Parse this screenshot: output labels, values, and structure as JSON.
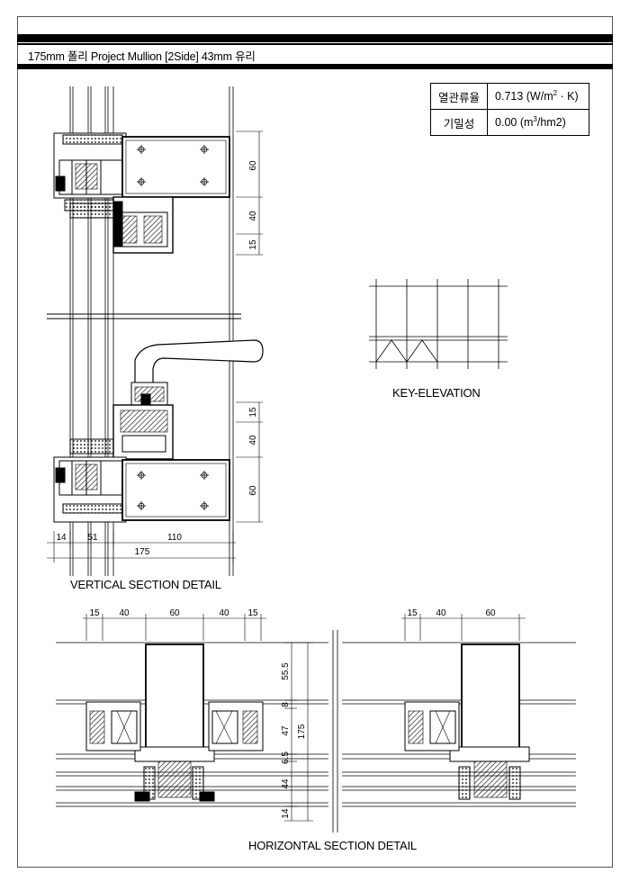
{
  "title": "175mm 폴리 Project Mullion [2Side] 43mm 유리",
  "performance": {
    "heat": {
      "label": "열관류율",
      "value_pre": "0.713 (W/m",
      "value_sup": "2",
      "value_post": " · K)"
    },
    "air": {
      "label": "기밀성",
      "value_pre": "0.00 (m",
      "value_sup": "3",
      "value_post": "/hm2)"
    }
  },
  "vertical": {
    "caption": "VERTICAL SECTION DETAIL",
    "dim_upper": [
      "60",
      "40",
      "15"
    ],
    "dim_lower": [
      "15",
      "40",
      "60"
    ],
    "dim_bottom": [
      "14",
      "51",
      "110"
    ],
    "dim_total": "175"
  },
  "key": {
    "caption": "KEY-ELEVATION"
  },
  "horizontal": {
    "caption": "HORIZONTAL SECTION DETAIL",
    "dim_top_left": [
      "15",
      "40",
      "60",
      "40",
      "15"
    ],
    "dim_top_right": [
      "15",
      "40",
      "60"
    ],
    "dim_side": [
      "55.5",
      "8",
      "47",
      "6.5",
      "44",
      "14"
    ],
    "dim_total": "175"
  }
}
